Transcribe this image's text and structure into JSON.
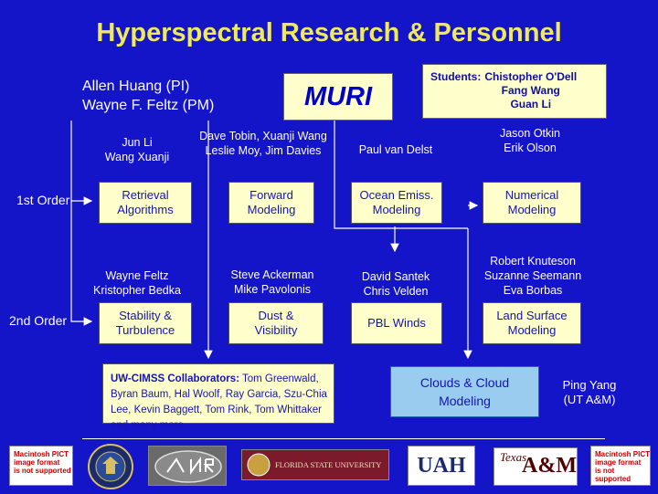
{
  "title": "Hyperspectral Research & Personnel",
  "pi": [
    "Allen Huang (PI)",
    "Wayne F. Feltz (PM)"
  ],
  "muri": "MURI",
  "students": {
    "label": "Students:",
    "names": [
      "Chistopher O'Dell",
      "Fang Wang",
      "Guan Li"
    ]
  },
  "people": {
    "col1_top": [
      "Jun Li",
      "Wang Xuanji"
    ],
    "col2_top": [
      "Dave Tobin, Xuanji Wang",
      "Leslie Moy, Jim Davies"
    ],
    "col3_top": "Paul van Delst",
    "col4_top": [
      "Jason Otkin",
      "Erik Olson"
    ],
    "col1_mid": [
      "Wayne Feltz",
      "Kristopher Bedka"
    ],
    "col2_mid": [
      "Steve Ackerman",
      "Mike Pavolonis"
    ],
    "col3_mid": [
      "David Santek",
      "Chris Velden"
    ],
    "col4_mid": [
      "Robert Knuteson",
      "Suzanne Seemann",
      "Eva Borbas"
    ]
  },
  "orders": {
    "first": "1st Order",
    "second": "2nd Order"
  },
  "boxes": {
    "retrieval": [
      "Retrieval",
      "Algorithms"
    ],
    "forward": [
      "Forward",
      "Modeling"
    ],
    "ocean": [
      "Ocean Emiss.",
      "Modeling"
    ],
    "numerical": [
      "Numerical",
      "Modeling"
    ],
    "stability": [
      "Stability &",
      "Turbulence"
    ],
    "dust": [
      "Dust &",
      "Visibility"
    ],
    "pbl": "PBL Winds",
    "land": [
      "Land Surface",
      "Modeling"
    ]
  },
  "collaborators": {
    "label": "UW-CIMSS Collaborators:",
    "text": " Tom Greenwald, Byran Baum, Hal Woolf, Ray Garcia, Szu-Chia Lee, Kevin Baggett, Tom Rink, Tom Whittaker and many more"
  },
  "clouds": [
    "Clouds & Cloud",
    "Modeling"
  ],
  "ping": [
    "Ping Yang",
    "(UT A&M)"
  ],
  "logos": {
    "pict_notice": [
      "Macintosh PICT",
      "image format",
      "is not supported"
    ],
    "fsu": "FLORIDA STATE UNIVERSITY",
    "uah": "UAH",
    "tamu_texas": "Texas",
    "tamu_am": "A&M"
  },
  "colors": {
    "background": "#1414c8",
    "title": "#f0ea5a",
    "box": "#ffffcc",
    "box_text": "#1414b4",
    "clouds": "#99ccee"
  }
}
